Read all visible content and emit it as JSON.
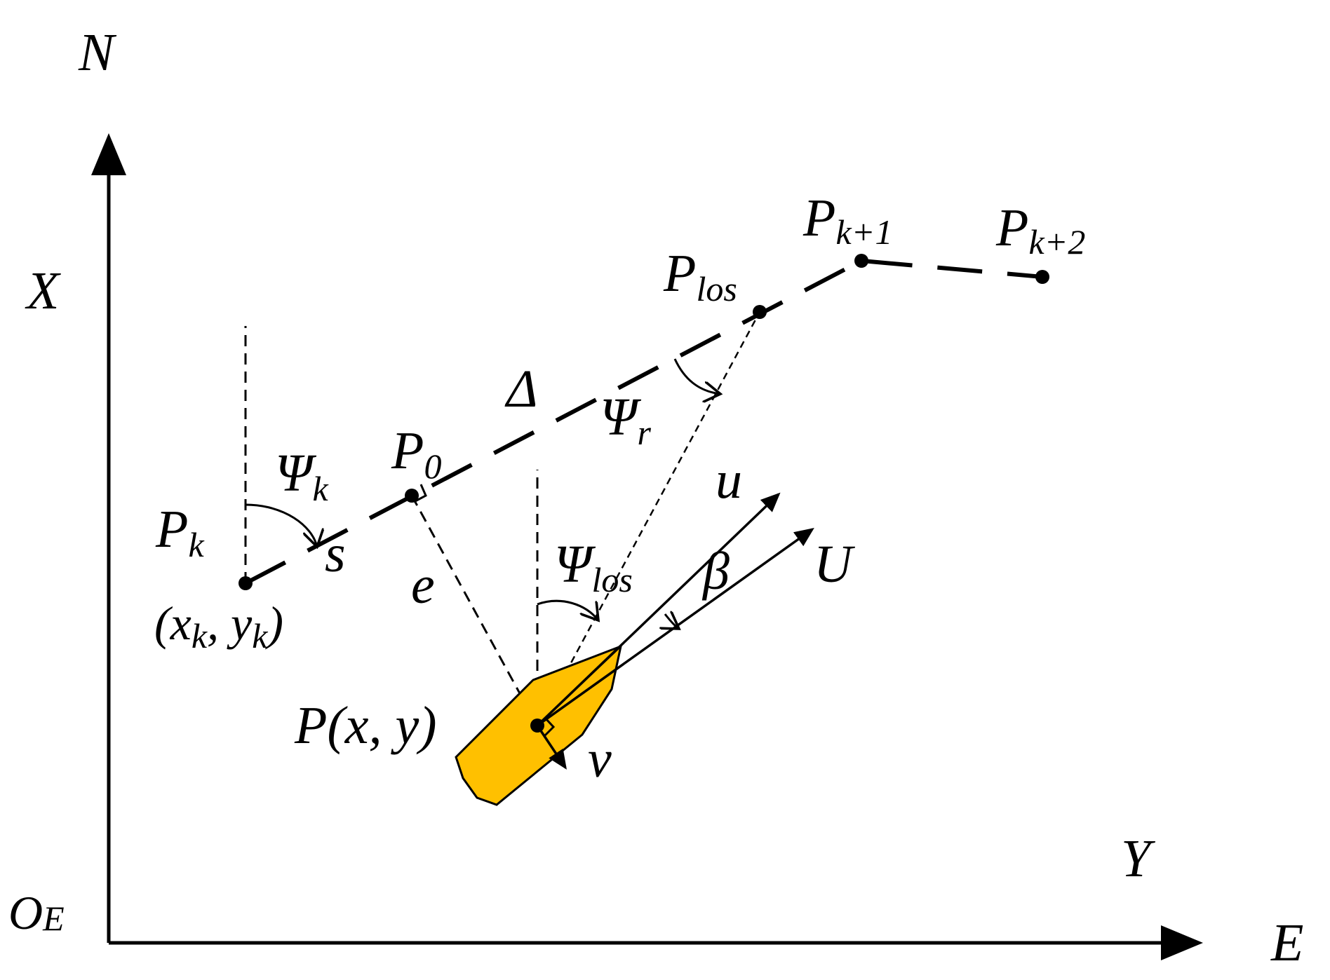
{
  "labels": {
    "N": "N",
    "X": "X",
    "O": "O",
    "O_sub": "E",
    "E": "E",
    "Y": "Y",
    "Pk": "P",
    "Pk_sub": "k",
    "xk_paren_open": "(x",
    "xk_sub": "k",
    "yk": ", y",
    "yk_sub": "k",
    "yk_paren_close": ")",
    "P0": "P",
    "P0_sub": "0",
    "Plos": "P",
    "Plos_sub": "los",
    "Pk1": "P",
    "Pk1_sub": "k+1",
    "Pk2": "P",
    "Pk2_sub": "k+2",
    "psi_k": "Ψ",
    "psi_k_sub": "k",
    "psi_r": "Ψ",
    "psi_r_sub": "r",
    "psi_los": "Ψ",
    "psi_los_sub": "los",
    "s": "s",
    "e": "e",
    "delta": "Δ",
    "u": "u",
    "U": "U",
    "beta": "β",
    "v": "v",
    "P_xy": "P(x, y)"
  },
  "colors": {
    "ship_fill": "#FFC000",
    "ink": "#000000"
  }
}
